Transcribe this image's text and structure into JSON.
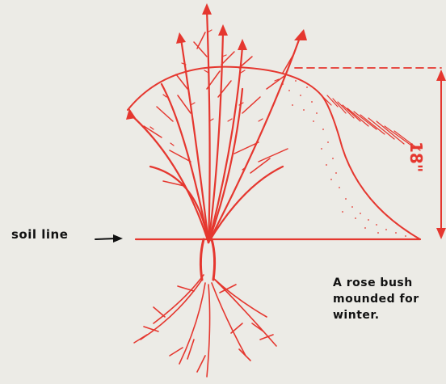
{
  "diagram": {
    "soil_label": "soil line",
    "height_label": "18\"",
    "caption_lines": [
      "A rose bush",
      "mounded for",
      "winter."
    ],
    "colors": {
      "ink": "#e5372f",
      "text": "#111111",
      "paper": "#ecebe6"
    }
  }
}
